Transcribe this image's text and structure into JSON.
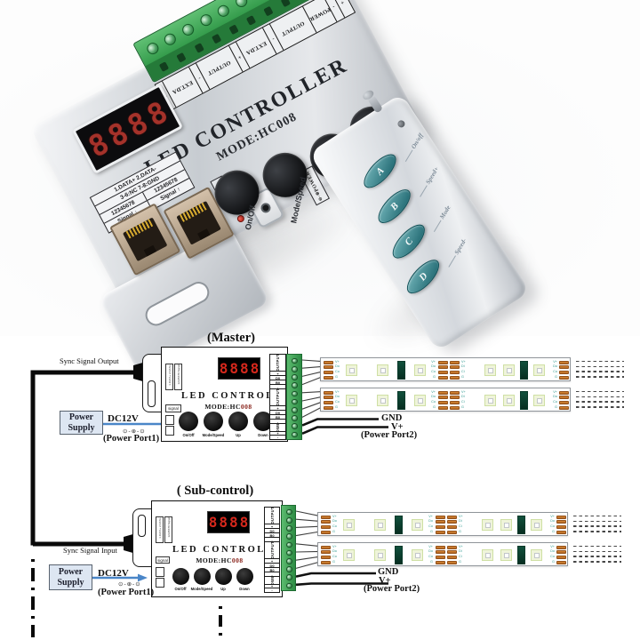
{
  "photo": {
    "controller": {
      "title": "LED  CONTROLLER",
      "model": "MODE:HC008",
      "display": "8888",
      "buttons": [
        "On/Off",
        "Mode/Speed",
        "Up",
        "Down"
      ],
      "terminal_cells": [
        "+",
        "EXT.DA",
        "-",
        "OUTPUT",
        "+",
        "EXT.DA",
        "-",
        "OUTPUT",
        "POWER",
        "-",
        "+"
      ],
      "io_table": {
        "row1": "1.DATA+  2.DATA-",
        "row2": "3-6:NC  7-8:GND",
        "cells": [
          "12345678",
          "12345678",
          "Signal ↓",
          "Signal ↑"
        ]
      },
      "signal_label": "signal",
      "power_label": "POWER",
      "power_pins": "⊖-⊕"
    },
    "remote": {
      "keys": [
        {
          "key": "A",
          "label": "On/off"
        },
        {
          "key": "B",
          "label": "Speed+"
        },
        {
          "key": "C",
          "label": "Mode"
        },
        {
          "key": "D",
          "label": "Speed-"
        }
      ]
    }
  },
  "diagram": {
    "controller": {
      "title": "LED  CONTROLLER",
      "model_prefix": "MODE:HC",
      "model_suffix": "008",
      "display": "8888",
      "buttons": [
        "On/Off",
        "Mode/Speed",
        "Up",
        "Down"
      ],
      "signal_label": "signal",
      "pin_boxes": [
        "1.DATA+ 2.DATA-",
        "12345678 Signal"
      ],
      "terminal_column": [
        "OUTPUT",
        "+",
        "D0",
        "B0",
        "-",
        "OUTPUT",
        "+",
        "D0",
        "B0",
        "-",
        "POWER",
        "+",
        "-"
      ]
    },
    "strip": {
      "left_pads": [
        "V+",
        "Do",
        "Co",
        "G"
      ],
      "mid_out": [
        "V+",
        "Do",
        "Co",
        "G"
      ],
      "mid_in": [
        "V+",
        "Di",
        "Ci",
        "G"
      ],
      "end_pads": [
        "V+",
        "Do",
        "Co",
        "G"
      ]
    },
    "master": {
      "title": "(Master)",
      "sync_label": "Sync Signal Output"
    },
    "sub": {
      "title": "( Sub-control)",
      "sync_label": "Sync Signal Input"
    },
    "power": {
      "supply_line1": "Power",
      "supply_line2": "Supply",
      "voltage": "DC12V",
      "port1": "(Power Port1)",
      "gnd": "GND",
      "vplus": "V+",
      "port2": "(Power Port2)",
      "plug_symbol": "⊙-⊕-⊙"
    }
  },
  "colors": {
    "terminal_green": "#3fa75c",
    "copper_pad": "#c9782e",
    "ic_green": "#0d4034",
    "digit_red": "#d6281c",
    "arrow_blue": "#4a86c8",
    "supply_fill": "#dde6f2",
    "remote_button_teal": "#2e8186"
  }
}
